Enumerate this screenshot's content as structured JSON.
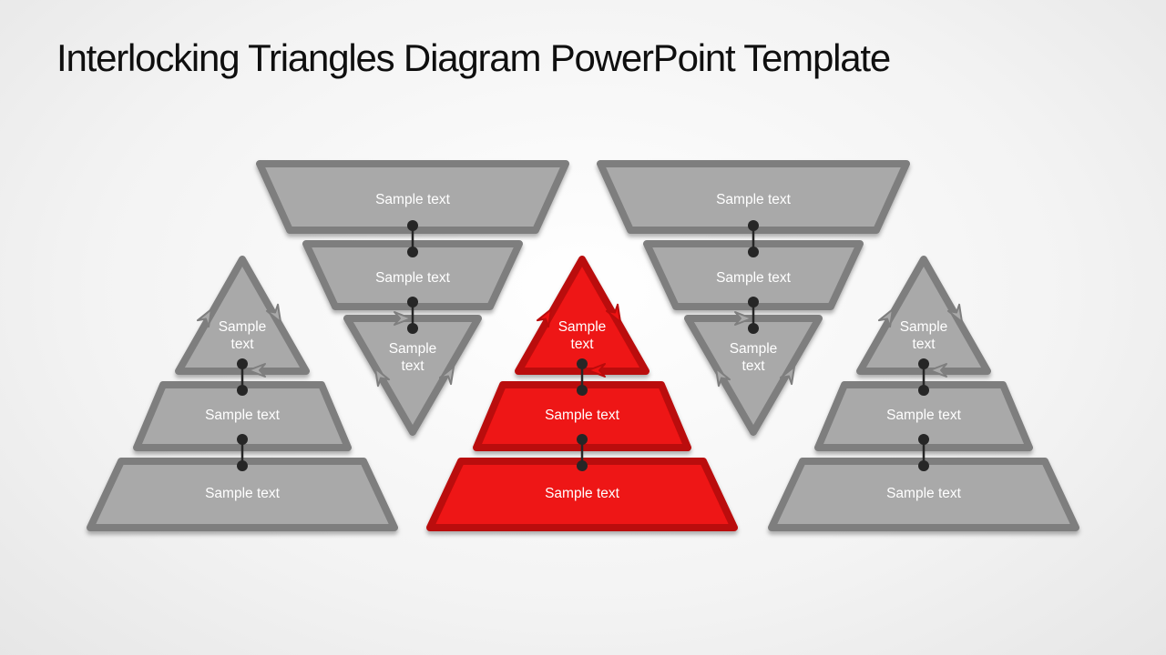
{
  "title": "Interlocking Triangles Diagram PowerPoint Template",
  "colors": {
    "background_center": "#ffffff",
    "background_edge": "#e3e3e3",
    "title_text": "#0f0f0f",
    "label_text": "#ffffff",
    "gray_fill": "#a9a9a9",
    "gray_border": "#7e7e7e",
    "red_fill": "#ee1212",
    "red_border": "#ba0b0b",
    "connector": "#262626"
  },
  "pyramids": [
    {
      "name": "left-pyramid",
      "shape": "upright",
      "color_role": "gray",
      "segments": [
        {
          "name": "apex",
          "line1": "Sample",
          "line2": "text"
        },
        {
          "name": "middle",
          "label": "Sample text"
        },
        {
          "name": "base",
          "label": "Sample text"
        }
      ]
    },
    {
      "name": "left-inverted-pyramid",
      "shape": "inverted",
      "color_role": "gray",
      "segments": [
        {
          "name": "top",
          "label": "Sample text"
        },
        {
          "name": "middle",
          "label": "Sample text"
        },
        {
          "name": "tip",
          "line1": "Sample",
          "line2": "text"
        }
      ]
    },
    {
      "name": "center-pyramid",
      "shape": "upright",
      "color_role": "red",
      "segments": [
        {
          "name": "apex",
          "line1": "Sample",
          "line2": "text"
        },
        {
          "name": "middle",
          "label": "Sample text"
        },
        {
          "name": "base",
          "label": "Sample text"
        }
      ]
    },
    {
      "name": "right-inverted-pyramid",
      "shape": "inverted",
      "color_role": "gray",
      "segments": [
        {
          "name": "top",
          "label": "Sample text"
        },
        {
          "name": "middle",
          "label": "Sample text"
        },
        {
          "name": "tip",
          "line1": "Sample",
          "line2": "text"
        }
      ]
    },
    {
      "name": "right-pyramid",
      "shape": "upright",
      "color_role": "gray",
      "segments": [
        {
          "name": "apex",
          "line1": "Sample",
          "line2": "text"
        },
        {
          "name": "middle",
          "label": "Sample text"
        },
        {
          "name": "base",
          "label": "Sample text"
        }
      ]
    }
  ]
}
